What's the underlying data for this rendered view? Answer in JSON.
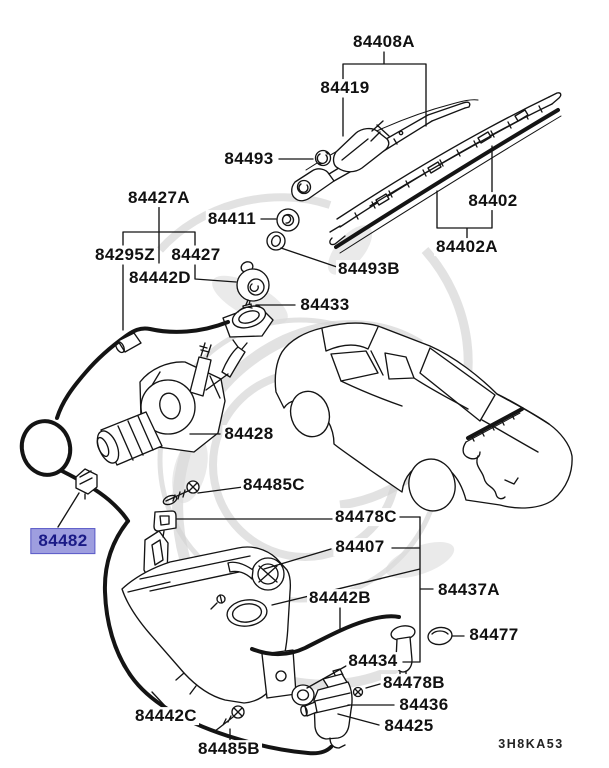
{
  "diagram": {
    "code": "3H8KA53",
    "highlight_colors": {
      "bg": "#9e9edf",
      "border": "#5c5cc8",
      "text": "#1a1a86"
    },
    "labels": [
      {
        "id": "84408A",
        "text": "84408A"
      },
      {
        "id": "84419",
        "text": "84419"
      },
      {
        "id": "84493",
        "text": "84493"
      },
      {
        "id": "84402",
        "text": "84402"
      },
      {
        "id": "84411",
        "text": "84411"
      },
      {
        "id": "84402A",
        "text": "84402A"
      },
      {
        "id": "84427A",
        "text": "84427A"
      },
      {
        "id": "84493B",
        "text": "84493B"
      },
      {
        "id": "84295Z",
        "text": "84295Z"
      },
      {
        "id": "84427",
        "text": "84427"
      },
      {
        "id": "84442D",
        "text": "84442D"
      },
      {
        "id": "84433",
        "text": "84433"
      },
      {
        "id": "84428",
        "text": "84428"
      },
      {
        "id": "84485C",
        "text": "84485C"
      },
      {
        "id": "84478C",
        "text": "84478C"
      },
      {
        "id": "84407",
        "text": "84407"
      },
      {
        "id": "84482",
        "text": "84482",
        "highlighted": true
      },
      {
        "id": "84442B",
        "text": "84442B"
      },
      {
        "id": "84437A",
        "text": "84437A"
      },
      {
        "id": "84477",
        "text": "84477"
      },
      {
        "id": "84434",
        "text": "84434"
      },
      {
        "id": "84478B",
        "text": "84478B"
      },
      {
        "id": "84436",
        "text": "84436"
      },
      {
        "id": "84425",
        "text": "84425"
      },
      {
        "id": "84442C",
        "text": "84442C"
      },
      {
        "id": "84485B",
        "text": "84485B"
      }
    ]
  }
}
